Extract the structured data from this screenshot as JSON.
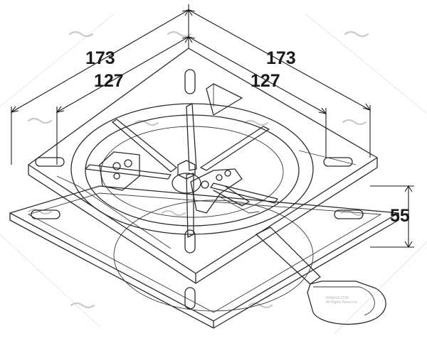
{
  "dimensions": {
    "outer_width_left": "173",
    "inner_width_left": "127",
    "outer_width_right": "173",
    "inner_width_right": "127",
    "height": "55"
  },
  "watermark": {
    "brand": "IMNASA.COM",
    "rights": "All Rights Reserved"
  },
  "colors": {
    "line": "#2b2b2b",
    "watermark": "#c9c9c9"
  }
}
